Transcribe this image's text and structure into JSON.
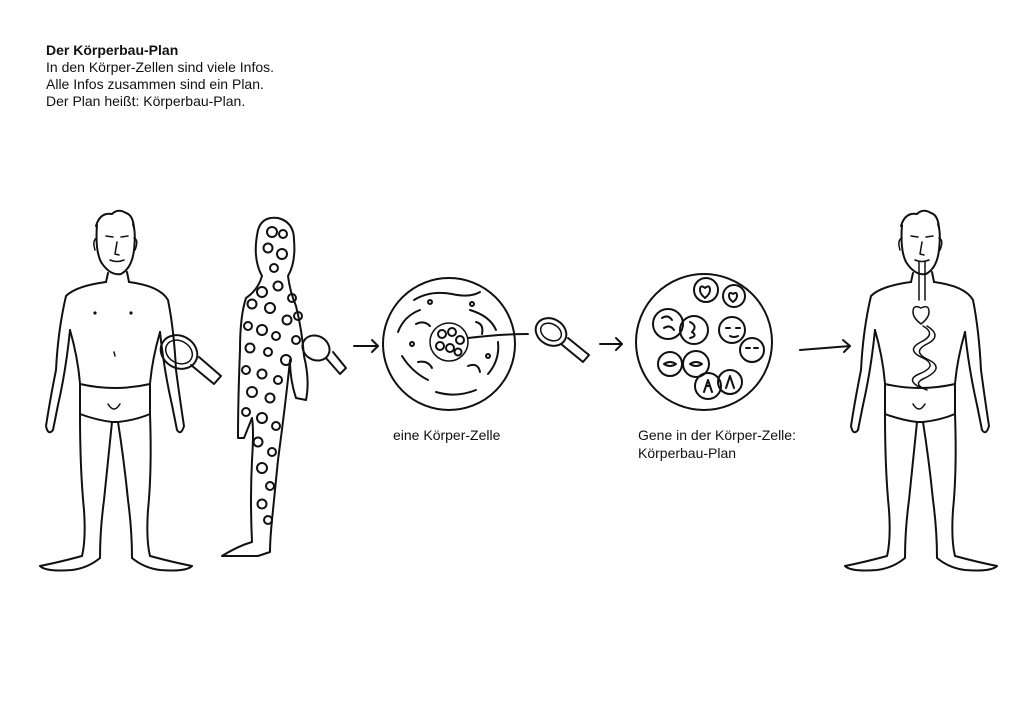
{
  "intro": {
    "title": "Der Körperbau-Plan",
    "lines": [
      "In den Körper-Zellen sind viele Infos.",
      "Alle Infos zusammen sind ein Plan.",
      "Der Plan heißt: Körperbau-Plan."
    ]
  },
  "captions": {
    "cell": "eine Körper-Zelle",
    "genes_line1": "Gene in der Körper-Zelle:",
    "genes_line2": "Körperbau-Plan"
  }
}
